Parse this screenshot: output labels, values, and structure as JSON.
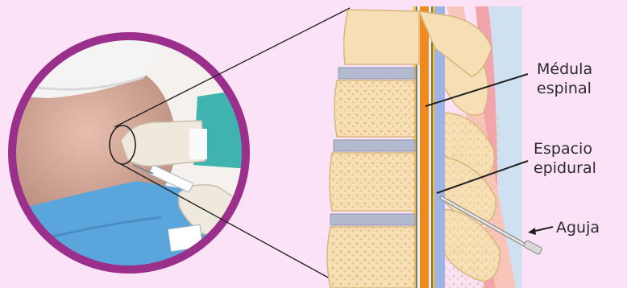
{
  "labels": {
    "spinal_cord": [
      "Médula",
      "espinal"
    ],
    "epidural_space": [
      "Espacio",
      "epidural"
    ],
    "needle": "Aguja"
  },
  "colors": {
    "background": "#fbe2f6",
    "circle_border": "#9a2f8c",
    "bone": "#f6dfb4",
    "bone_outline": "#d8b67d",
    "spinal_cord": "#f08a1e",
    "csf": "#e8f2fb",
    "dura": "#f5c22f",
    "epidural_fat": "#9eb4e6",
    "disc": "#b3b9ce",
    "ligament": "#f2a3ab",
    "skin_layer": "#cfe0f1",
    "drape": "#5aa6dc",
    "glove": "#efe9dd",
    "scrubs": "#3fb3b0"
  },
  "icons": [
    "syringe-icon",
    "needle-icon",
    "glove-hand-icon"
  ]
}
